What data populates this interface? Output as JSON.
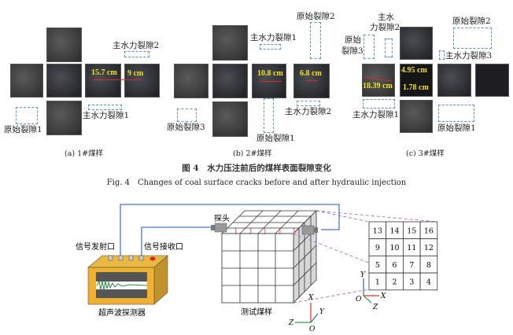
{
  "figure4": {
    "panel_a": {
      "caption": "(a) 1#煤样",
      "labels": {
        "main_crack_2": "主水力裂隙2",
        "main_crack_1": "主水力裂隙1",
        "orig_crack_1": "原始裂隙1"
      },
      "measurements": [
        "15.7 cm",
        "9 cm"
      ]
    },
    "panel_b": {
      "caption": "(b) 2#煤样",
      "labels": {
        "orig_crack_2": "原始裂隙2",
        "main_crack_1": "主水力裂隙1",
        "main_crack_2": "主水力裂隙2",
        "orig_crack_1": "原始裂隙1",
        "orig_crack_3": "原始裂隙3"
      },
      "measurements": [
        "10.8 cm",
        "6.8 cm"
      ]
    },
    "panel_c": {
      "caption": "(c) 3#煤样",
      "labels": {
        "main_crack_2_l1": "主水",
        "main_crack_2_l2": "力裂隙2",
        "orig_crack_3_l1": "原始",
        "orig_crack_3_l2": "裂隙3",
        "orig_crack_2": "原始裂隙2",
        "main_crack_3": "主水力裂隙3",
        "main_crack_1": "主水力裂隙1",
        "orig_crack_1": "原始裂隙1"
      },
      "measurements": [
        "18.39 cm",
        "4.95 cm",
        "1.78 cm"
      ]
    },
    "title_cn": "图 4　水力压注前后的煤样表面裂隙变化",
    "title_en": "Fig. 4　Changes of coal surface cracks before and after hydraulic injection"
  },
  "figure5": {
    "transmit_port": "信号发射口",
    "receive_port": "信号接收口",
    "detector": "超声波探测器",
    "probe": "探头",
    "sample": "测试煤样",
    "grid": [
      "13",
      "14",
      "15",
      "16",
      "9",
      "10",
      "11",
      "12",
      "5",
      "6",
      "7",
      "8",
      "1",
      "2",
      "3",
      "4"
    ],
    "axes": {
      "x": "X",
      "y": "Y",
      "z": "Z",
      "o": "O"
    }
  }
}
